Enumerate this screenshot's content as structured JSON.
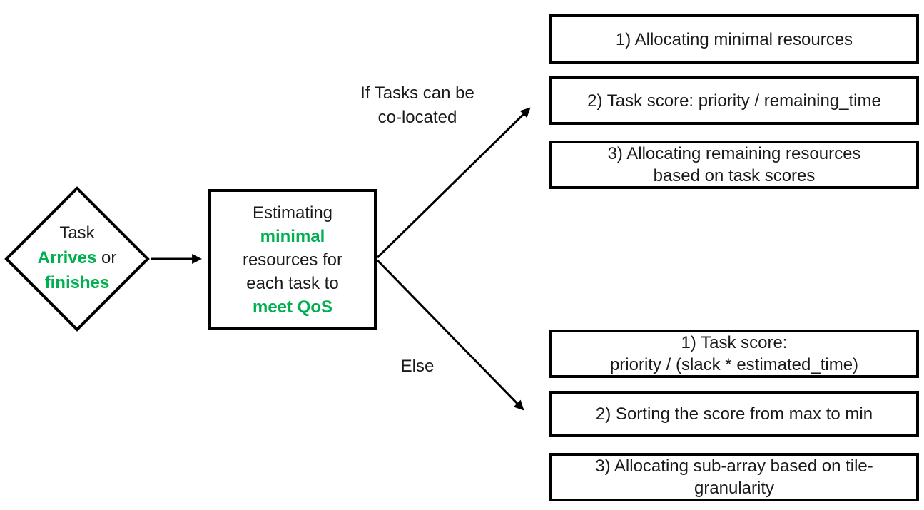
{
  "diagram": {
    "start_diamond": {
      "line1": "Task",
      "line2_highlight": "Arrives",
      "line2_suffix": " or",
      "line3_highlight": "finishes"
    },
    "process_box": {
      "line1": "Estimating",
      "line2_highlight": "minimal",
      "line3": "resources for",
      "line4": "each task to",
      "line5_highlight": "meet QoS"
    },
    "branch_labels": {
      "colocated_line1": "If Tasks can be",
      "colocated_line2": "co-located",
      "else_label": "Else"
    },
    "colocated_steps": [
      {
        "lines": [
          "1) Allocating minimal resources"
        ]
      },
      {
        "lines": [
          "2) Task score: priority / remaining_time"
        ]
      },
      {
        "lines": [
          "3) Allocating remaining resources",
          "based on task scores"
        ]
      }
    ],
    "else_steps": [
      {
        "lines": [
          "1) Task score:",
          "priority / (slack * estimated_time)"
        ]
      },
      {
        "lines": [
          "2) Sorting the score from max to min"
        ]
      },
      {
        "lines": [
          "3) Allocating sub-array based on tile-",
          "granularity"
        ]
      }
    ],
    "colors": {
      "highlight_green": "#00AF50",
      "text_black": "#1a1a1a",
      "shape_border": "#000000"
    }
  }
}
